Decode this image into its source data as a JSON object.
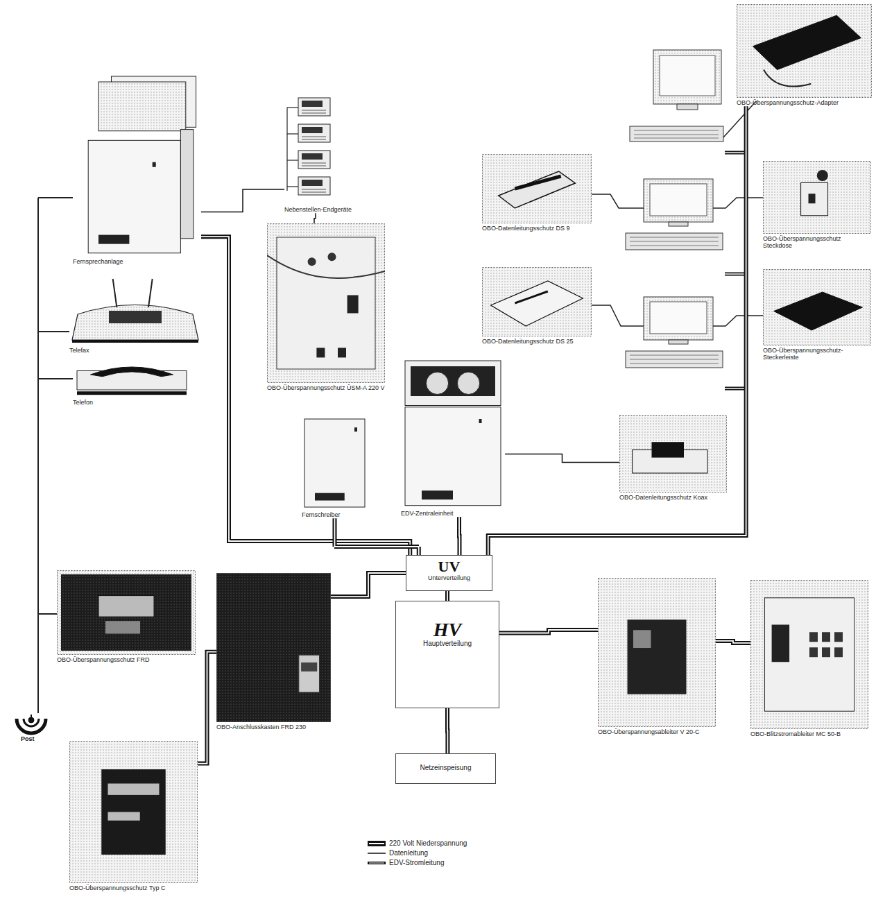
{
  "diagram": {
    "nodes": [
      {
        "text": [
          "Fernsprechanlage"
        ]
      },
      {
        "text": [
          "Nebenstellen-Endgeräte"
        ]
      },
      {
        "text": [
          "OBO-Überspannungsschutz ÜSM-A 220 V"
        ]
      },
      {
        "text": [
          "Telefax"
        ]
      },
      {
        "text": [
          "Telefon"
        ]
      },
      {
        "text": [
          "Fernschreiber"
        ]
      },
      {
        "text": [
          "EDV-Zentraleinheit"
        ]
      },
      {
        "text": [
          "OBO-Überspannungsschutz-Adapter"
        ]
      },
      {
        "text": [
          "OBO-Datenleitungsschutz DS 9"
        ]
      },
      {
        "text": [
          "OBO-Datenleitungsschutz DS 25"
        ]
      },
      {
        "text": [
          "OBO-Überspannungsschutz Steckdose"
        ]
      },
      {
        "text": [
          "OBO-Überspannungsschutz-Steckerleiste"
        ]
      },
      {
        "text": [
          "OBO-Datenleitungsschutz Koax"
        ]
      },
      {
        "text": [
          "UV",
          "Unterverteilung"
        ]
      },
      {
        "text": [
          "HV",
          "Hauptverteilung"
        ]
      },
      {
        "text": [
          "Netzeinspeisung"
        ]
      },
      {
        "text": [
          "OBO-Überspannungsableiter V 20-C"
        ]
      },
      {
        "text": [
          "OBO-Blitzstromableiter MC 50-B"
        ]
      },
      {
        "text": [
          "OBO-Anschlusskasten FRD 230"
        ]
      },
      {
        "text": [
          "OBO-Überspannungsschutz FRD"
        ]
      },
      {
        "text": [
          "OBO-Überspannungsschutz Typ C"
        ]
      }
    ],
    "edges": [
      {
        "from": 13,
        "to": 14,
        "arrow": "none"
      },
      {
        "from": 15,
        "to": 14,
        "arrow": "none"
      },
      {
        "from": 14,
        "to": 16,
        "arrow": "none"
      },
      {
        "from": 16,
        "to": 17,
        "arrow": "none"
      },
      {
        "from": 13,
        "to": 18,
        "arrow": "none"
      },
      {
        "from": 18,
        "to": 20,
        "arrow": "none"
      },
      {
        "from": 13,
        "to": 0,
        "arrow": "none"
      },
      {
        "from": 13,
        "to": 5,
        "arrow": "none"
      },
      {
        "from": 13,
        "to": 6,
        "arrow": "none"
      },
      {
        "from": 13,
        "to": 7,
        "arrow": "none"
      },
      {
        "from": 0,
        "to": 1,
        "arrow": "none"
      },
      {
        "from": 1,
        "to": 2,
        "arrow": "none"
      },
      {
        "from": 6,
        "to": 12,
        "arrow": "none"
      }
    ],
    "labels": [
      "Post"
    ],
    "legend": [
      {
        "text": "220 Volt Niederspannung"
      },
      {
        "text": "Datenleitung"
      },
      {
        "text": "EDV-Stromleitung"
      }
    ]
  }
}
